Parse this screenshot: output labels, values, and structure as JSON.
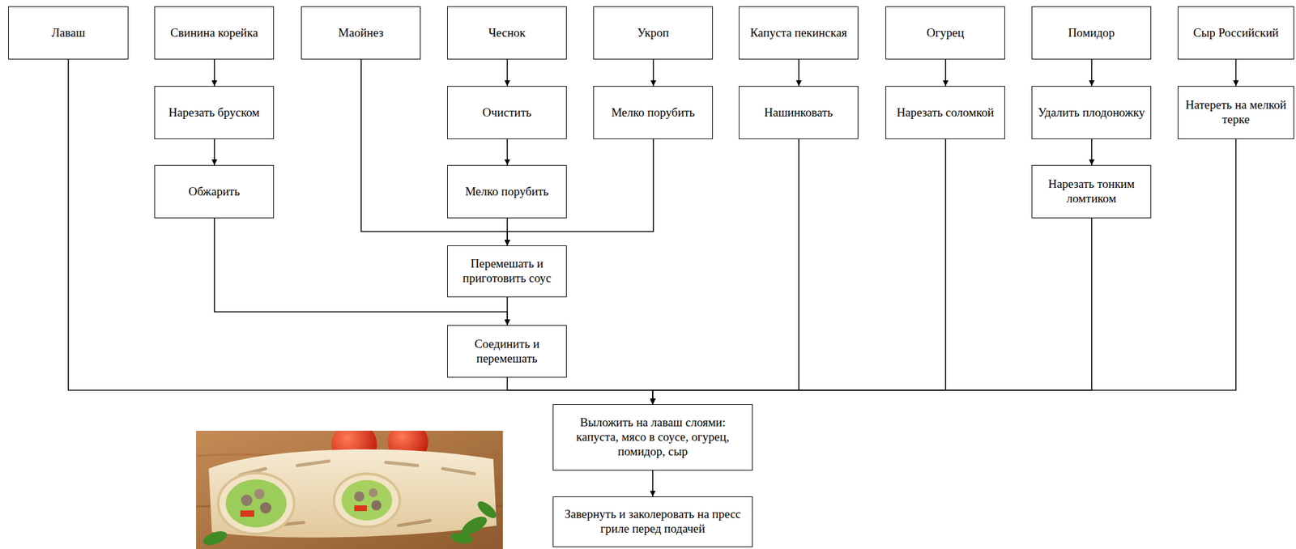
{
  "diagram": {
    "nodes": [
      {
        "text": [
          "Лаваш"
        ]
      },
      {
        "text": [
          "Свинина корейка"
        ]
      },
      {
        "text": [
          "Маойнез"
        ]
      },
      {
        "text": [
          "Чеснок"
        ]
      },
      {
        "text": [
          "Укроп"
        ]
      },
      {
        "text": [
          "Капуста пекинская"
        ]
      },
      {
        "text": [
          "Огурец"
        ]
      },
      {
        "text": [
          "Помидор"
        ]
      },
      {
        "text": [
          "Сыр Российский"
        ]
      },
      {
        "text": [
          "Нарезать бруском"
        ]
      },
      {
        "text": [
          "Очистить"
        ]
      },
      {
        "text": [
          "Мелко порубить"
        ]
      },
      {
        "text": [
          "Нашинковать"
        ]
      },
      {
        "text": [
          "Нарезать соломкой"
        ]
      },
      {
        "text": [
          "Удалить плодоножку"
        ]
      },
      {
        "text": [
          "Натереть на мелкой терке"
        ]
      },
      {
        "text": [
          "Обжарить"
        ]
      },
      {
        "text": [
          "Мелко порубить"
        ]
      },
      {
        "text": [
          "Нарезать тонким ломтиком"
        ]
      },
      {
        "text": [
          "Перемешать и приготовить соус"
        ]
      },
      {
        "text": [
          "Соединить и перемешать"
        ]
      },
      {
        "text": [
          "Выложить на лаваш слоями: капуста, мясо в соусе, огурец, помидор, сыр"
        ]
      },
      {
        "text": [
          "Завернуть и заколеровать на пресс гриле перед подачей"
        ]
      }
    ],
    "edges": [
      {
        "from": 1,
        "to": 9,
        "arrow": "to"
      },
      {
        "from": 9,
        "to": 16,
        "arrow": "to"
      },
      {
        "from": 3,
        "to": 10,
        "arrow": "to"
      },
      {
        "from": 10,
        "to": 17,
        "arrow": "to"
      },
      {
        "from": 4,
        "to": 11,
        "arrow": "to"
      },
      {
        "from": 5,
        "to": 12,
        "arrow": "to"
      },
      {
        "from": 6,
        "to": 13,
        "arrow": "to"
      },
      {
        "from": 7,
        "to": 14,
        "arrow": "to"
      },
      {
        "from": 14,
        "to": 18,
        "arrow": "to"
      },
      {
        "from": 8,
        "to": 15,
        "arrow": "to"
      },
      {
        "from": 2,
        "to": 19,
        "arrow": "to"
      },
      {
        "from": 17,
        "to": 19,
        "arrow": "to"
      },
      {
        "from": 11,
        "to": 19,
        "arrow": "to"
      },
      {
        "from": 16,
        "to": 20,
        "arrow": "to"
      },
      {
        "from": 19,
        "to": 20,
        "arrow": "to"
      },
      {
        "from": 0,
        "to": 21,
        "arrow": "to"
      },
      {
        "from": 20,
        "to": 21,
        "arrow": "to"
      },
      {
        "from": 12,
        "to": 21,
        "arrow": "to"
      },
      {
        "from": 13,
        "to": 21,
        "arrow": "to"
      },
      {
        "from": 18,
        "to": 21,
        "arrow": "to"
      },
      {
        "from": 15,
        "to": 21,
        "arrow": "to"
      },
      {
        "from": 21,
        "to": 22,
        "arrow": "to"
      }
    ]
  }
}
